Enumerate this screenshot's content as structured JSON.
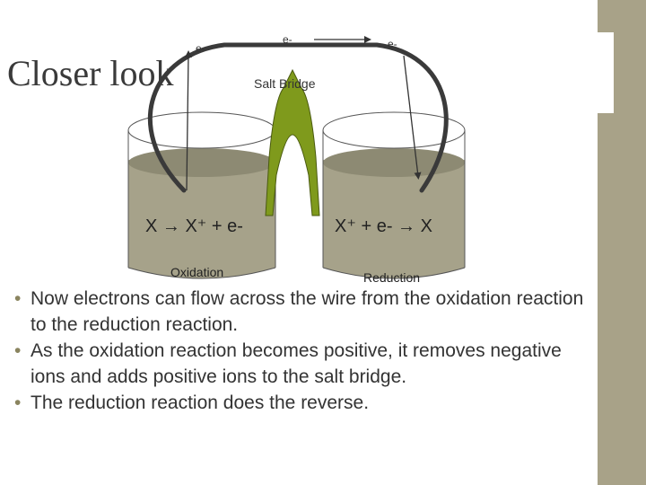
{
  "title": "Closer look",
  "diagram": {
    "electron_labels": [
      "e-",
      "e-",
      "e-"
    ],
    "salt_bridge_label": "Salt Bridge",
    "left_equation": "X → X⁺ + e-",
    "right_equation": "X⁺ + e- → X",
    "left_caption": "Oxidation",
    "right_caption": "Reduction"
  },
  "bullets": [
    "Now electrons can flow across the wire from the oxidation reaction to the reduction reaction.",
    "As the oxidation reaction becomes positive, it removes negative ions and adds positive ions to the salt bridge.",
    "The reduction reaction does the reverse."
  ],
  "colors": {
    "solution": "#a6a28a",
    "solution_top": "#8d8a73",
    "salt_bridge": "#7f9a1c",
    "side_stripe": "#a8a288",
    "white_panel": "#ffffff"
  }
}
